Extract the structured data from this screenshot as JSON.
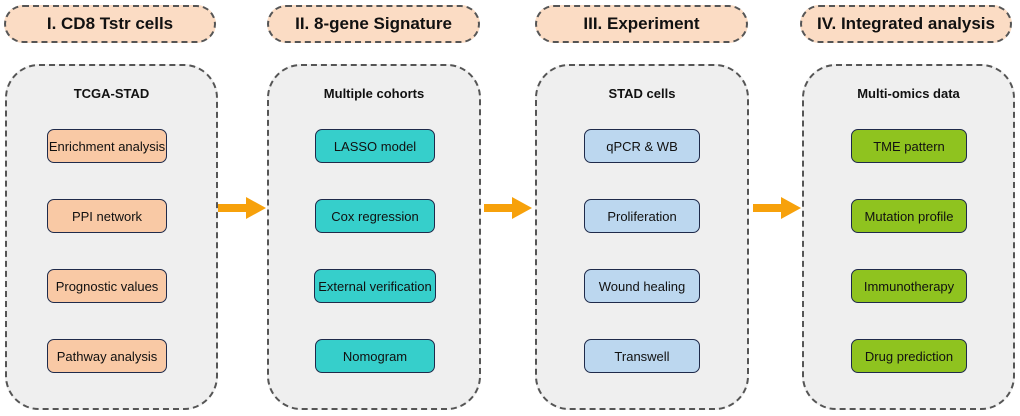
{
  "stages": [
    {
      "header": "I. CD8 Tstr cells",
      "panel_title": "TCGA-STAD",
      "color": "#f9c9a5",
      "items": [
        "Enrichment analysis",
        "PPI network",
        "Prognostic values",
        "Pathway analysis"
      ]
    },
    {
      "header": "II. 8-gene Signature",
      "panel_title": "Multiple cohorts",
      "color": "#36cfcb",
      "items": [
        "LASSO model",
        "Cox regression",
        "External verification",
        "Nomogram"
      ]
    },
    {
      "header": "III. Experiment",
      "panel_title": "STAD cells",
      "color": "#bcd7ef",
      "items": [
        "qPCR & WB",
        "Proliferation",
        "Wound healing",
        "Transwell"
      ]
    },
    {
      "header": "IV. Integrated analysis",
      "panel_title": "Multi-omics data",
      "color": "#8fc31f",
      "items": [
        "TME pattern",
        "Mutation profile",
        "Immunotherapy",
        "Drug prediction"
      ]
    }
  ],
  "arrow_color": "#f7a10b",
  "arrows": [
    "stage-1-to-2",
    "stage-2-to-3",
    "stage-3-to-4"
  ]
}
